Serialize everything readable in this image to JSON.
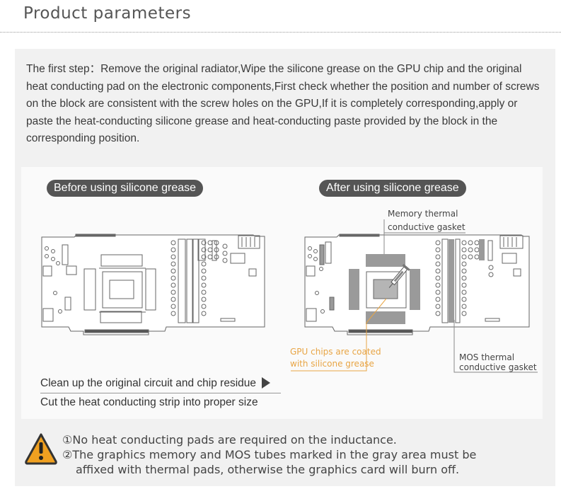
{
  "header": {
    "title": "Product parameters"
  },
  "intro": {
    "text": "The first step：Remove the original radiator,Wipe the silicone grease on the GPU chip and the original heat conducting pad on the electronic components,First check whether the position and number of screws on the block are consistent with the screw holes on the GPU,If it is completely corresponding,apply or paste the heat-conducting silicone grease and heat-conducting paste provided by the block in the corresponding position."
  },
  "diagram": {
    "before_label": "Before using silicone grease",
    "after_label": "After using silicone grease",
    "memory_label_1": "Memory thermal",
    "memory_label_2": "conductive gasket",
    "gpu_label_1": "GPU chips are coated",
    "gpu_label_2": "with silicone grease",
    "mos_label_1": "MOS thermal",
    "mos_label_2": "conductive gasket",
    "colors": {
      "pad_gray": "#9a9a9a",
      "orange": "#e8a545",
      "board_line": "#666666"
    }
  },
  "steps": {
    "step1": "Clean up the original circuit and chip residue",
    "step2": "Cut the heat conducting strip into proper size"
  },
  "warning": {
    "icon": "warning-triangle-icon",
    "colors": {
      "fill": "#f0a020",
      "stroke": "#333333"
    },
    "line1": "①No heat conducting pads are required on the inductance.",
    "line2": "②The graphics memory and MOS tubes marked in the gray area must be",
    "line3": "affixed with thermal pads, otherwise the graphics card will burn off."
  }
}
